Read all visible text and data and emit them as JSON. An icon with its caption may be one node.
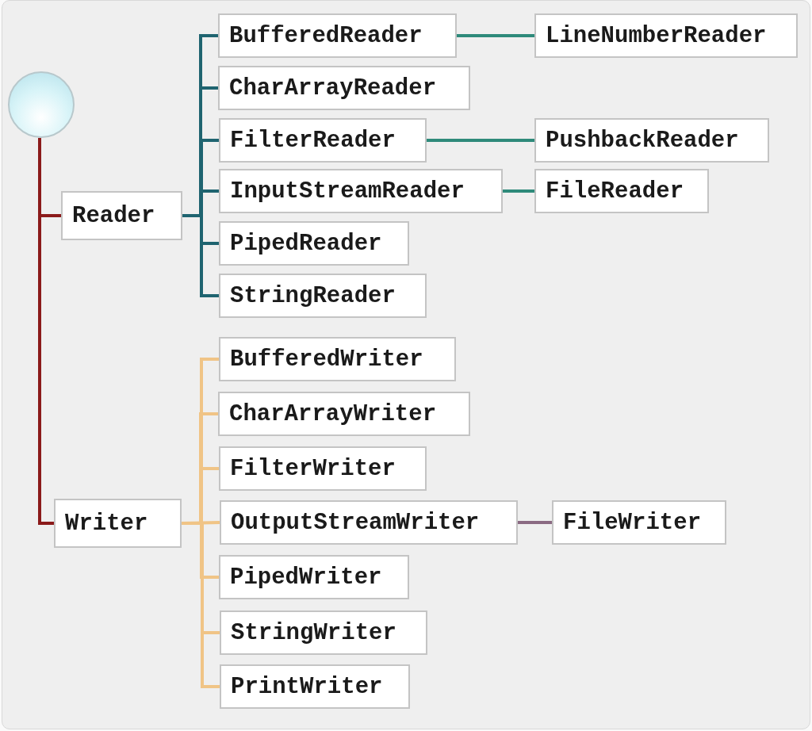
{
  "diagram": {
    "nodes": [
      {
        "text": [],
        "shape": "circle"
      },
      {
        "text": [
          "Reader"
        ]
      },
      {
        "text": [
          "BufferedReader"
        ]
      },
      {
        "text": [
          "LineNumberReader"
        ]
      },
      {
        "text": [
          "CharArrayReader"
        ]
      },
      {
        "text": [
          "FilterReader"
        ]
      },
      {
        "text": [
          "PushbackReader"
        ]
      },
      {
        "text": [
          "InputStreamReader"
        ]
      },
      {
        "text": [
          "FileReader"
        ]
      },
      {
        "text": [
          "PipedReader"
        ]
      },
      {
        "text": [
          "StringReader"
        ]
      },
      {
        "text": [
          "Writer"
        ]
      },
      {
        "text": [
          "BufferedWriter"
        ]
      },
      {
        "text": [
          "CharArrayWriter"
        ]
      },
      {
        "text": [
          "FilterWriter"
        ]
      },
      {
        "text": [
          "OutputStreamWriter"
        ]
      },
      {
        "text": [
          "FileWriter"
        ]
      },
      {
        "text": [
          "PipedWriter"
        ]
      },
      {
        "text": [
          "StringWriter"
        ]
      },
      {
        "text": [
          "PrintWriter"
        ]
      }
    ],
    "edges": [
      {
        "from": 0,
        "to": 1,
        "arrow": "none",
        "color": "#8b1a1a"
      },
      {
        "from": 0,
        "to": 11,
        "arrow": "none",
        "color": "#8b1a1a"
      },
      {
        "from": 1,
        "to": 2,
        "arrow": "none",
        "color": "#1f6470"
      },
      {
        "from": 1,
        "to": 4,
        "arrow": "none",
        "color": "#1f6470"
      },
      {
        "from": 1,
        "to": 5,
        "arrow": "none",
        "color": "#1f6470"
      },
      {
        "from": 1,
        "to": 7,
        "arrow": "none",
        "color": "#1f6470"
      },
      {
        "from": 1,
        "to": 9,
        "arrow": "none",
        "color": "#1f6470"
      },
      {
        "from": 1,
        "to": 10,
        "arrow": "none",
        "color": "#1f6470"
      },
      {
        "from": 2,
        "to": 3,
        "arrow": "none",
        "color": "#2e8a7a"
      },
      {
        "from": 5,
        "to": 6,
        "arrow": "none",
        "color": "#2e8a7a"
      },
      {
        "from": 7,
        "to": 8,
        "arrow": "none",
        "color": "#2e8a7a"
      },
      {
        "from": 11,
        "to": 12,
        "arrow": "none",
        "color": "#f0c486"
      },
      {
        "from": 11,
        "to": 13,
        "arrow": "none",
        "color": "#f0c486"
      },
      {
        "from": 11,
        "to": 14,
        "arrow": "none",
        "color": "#f0c486"
      },
      {
        "from": 11,
        "to": 15,
        "arrow": "none",
        "color": "#f0c486"
      },
      {
        "from": 11,
        "to": 17,
        "arrow": "none",
        "color": "#f0c486"
      },
      {
        "from": 11,
        "to": 18,
        "arrow": "none",
        "color": "#f0c486"
      },
      {
        "from": 11,
        "to": 19,
        "arrow": "none",
        "color": "#f0c486"
      },
      {
        "from": 15,
        "to": 16,
        "arrow": "none",
        "color": "#8a6a82"
      }
    ]
  }
}
